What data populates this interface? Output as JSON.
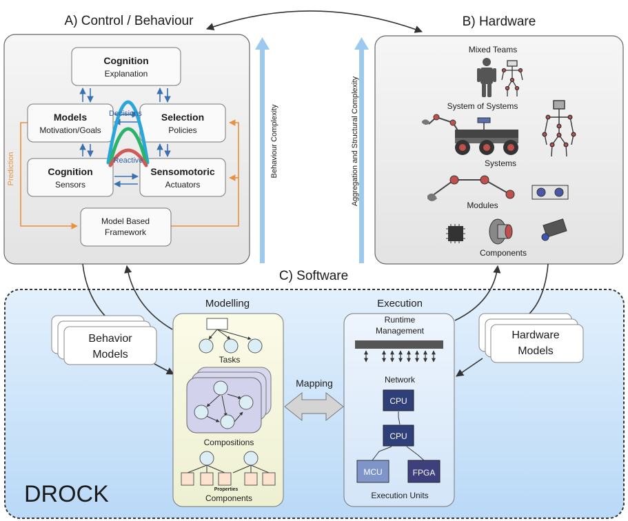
{
  "sections": {
    "a_title": "A) Control / Behaviour",
    "b_title": "B) Hardware",
    "c_title": "C) Software",
    "drock": "DROCK"
  },
  "control": {
    "cognition_top": {
      "title": "Cognition",
      "sub": "Explanation"
    },
    "models": {
      "title": "Models",
      "sub": "Motivation/Goals"
    },
    "selection": {
      "title": "Selection",
      "sub": "Policies"
    },
    "cognition_bottom": {
      "title": "Cognition",
      "sub": "Sensors"
    },
    "sensomotoric": {
      "title": "Sensomotoric",
      "sub": "Actuators"
    },
    "framework": {
      "line1": "Model Based",
      "line2": "Framework"
    },
    "decisions": "Decisions",
    "reactive": "Reactive",
    "prediction": "Prediction"
  },
  "axes": {
    "behaviour": "Behaviour Complexity",
    "aggregation": "Aggregation and Structural Complexity"
  },
  "hardware": {
    "mixed_teams": "Mixed Teams",
    "system_of_systems": "System of Systems",
    "systems": "Systems",
    "modules": "Modules",
    "components": "Components"
  },
  "software": {
    "behavior_models": {
      "line1": "Behavior",
      "line2": "Models"
    },
    "hardware_models": {
      "line1": "Hardware",
      "line2": "Models"
    },
    "modelling": {
      "title": "Modelling",
      "tasks": "Tasks",
      "compositions": "Compositions",
      "properties": "Properties",
      "components": "Components"
    },
    "mapping": "Mapping",
    "execution": {
      "title": "Execution",
      "runtime1": "Runtime",
      "runtime2": "Management",
      "network": "Network",
      "cpu1": "CPU",
      "cpu2": "CPU",
      "mcu": "MCU",
      "fpga": "FPGA",
      "units": "Execution Units"
    }
  },
  "colors": {
    "blue_bg": "#cfe6fb",
    "panel_gray": "#ececec",
    "arrow_blue": "#3a6fb0",
    "arrow_orange": "#e8913e",
    "axis_blue": "#9ec9ef",
    "chip_blue": "#2f3f7a",
    "node_fill": "#dbeef6",
    "comp_fill": "#fde3cf"
  }
}
